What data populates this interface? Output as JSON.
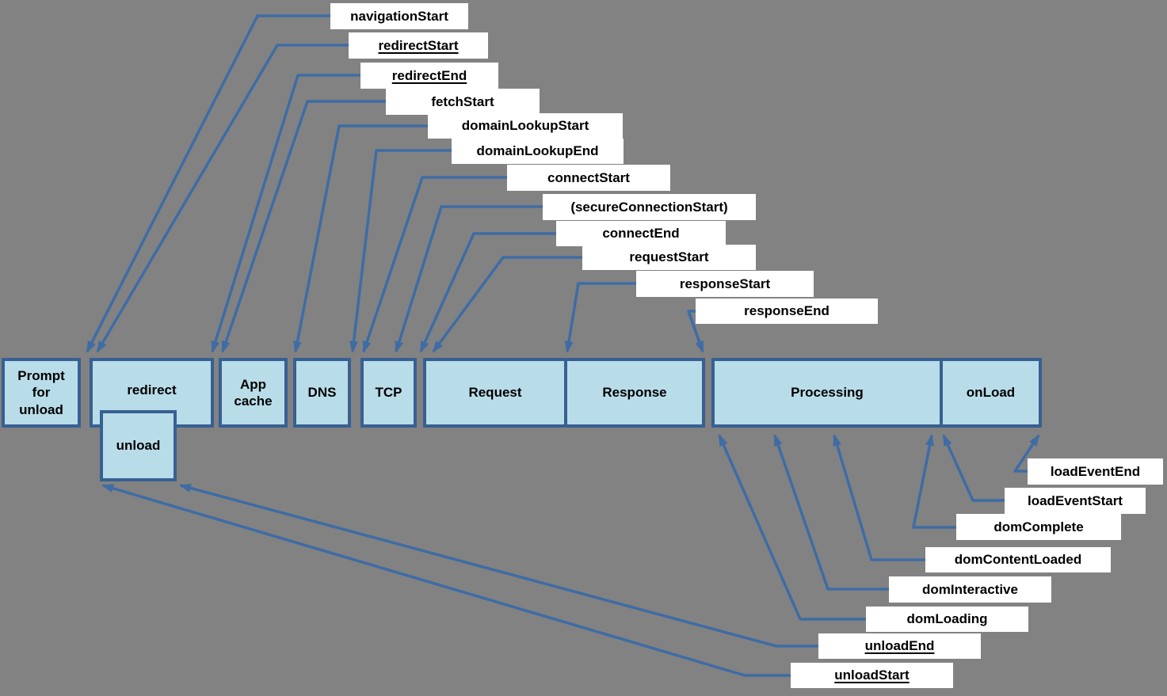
{
  "diagram": "navigation-timing",
  "colors": {
    "background": "#828282",
    "box_fill": "#b9dce9",
    "box_border": "#376092",
    "arrow": "#3e6ca5",
    "label_background": "#ffffff",
    "label_text": "#000000"
  },
  "timeline_boxes": [
    {
      "label": "Prompt\nfor\nunload"
    },
    {
      "label": "redirect"
    },
    {
      "label": "unload"
    },
    {
      "label": "App\ncache"
    },
    {
      "label": "DNS"
    },
    {
      "label": "TCP"
    },
    {
      "label": "Request"
    },
    {
      "label": "Response"
    },
    {
      "label": "Processing"
    },
    {
      "label": "onLoad"
    }
  ],
  "event_labels": [
    {
      "label": "navigationStart",
      "underlined": false
    },
    {
      "label": "redirectStart",
      "underlined": true
    },
    {
      "label": "redirectEnd",
      "underlined": true
    },
    {
      "label": "fetchStart",
      "underlined": false
    },
    {
      "label": "domainLookupStart",
      "underlined": false
    },
    {
      "label": "domainLookupEnd",
      "underlined": false
    },
    {
      "label": "connectStart",
      "underlined": false
    },
    {
      "label": "(secureConnectionStart)",
      "underlined": false
    },
    {
      "label": "connectEnd",
      "underlined": false
    },
    {
      "label": "requestStart",
      "underlined": false
    },
    {
      "label": "responseStart",
      "underlined": false
    },
    {
      "label": "responseEnd",
      "underlined": false
    },
    {
      "label": "loadEventEnd",
      "underlined": false
    },
    {
      "label": "loadEventStart",
      "underlined": false
    },
    {
      "label": "domComplete",
      "underlined": false
    },
    {
      "label": "domContentLoaded",
      "underlined": false
    },
    {
      "label": "domInteractive",
      "underlined": false
    },
    {
      "label": "domLoading",
      "underlined": false
    },
    {
      "label": "unloadEnd",
      "underlined": true
    },
    {
      "label": "unloadStart",
      "underlined": true
    }
  ]
}
